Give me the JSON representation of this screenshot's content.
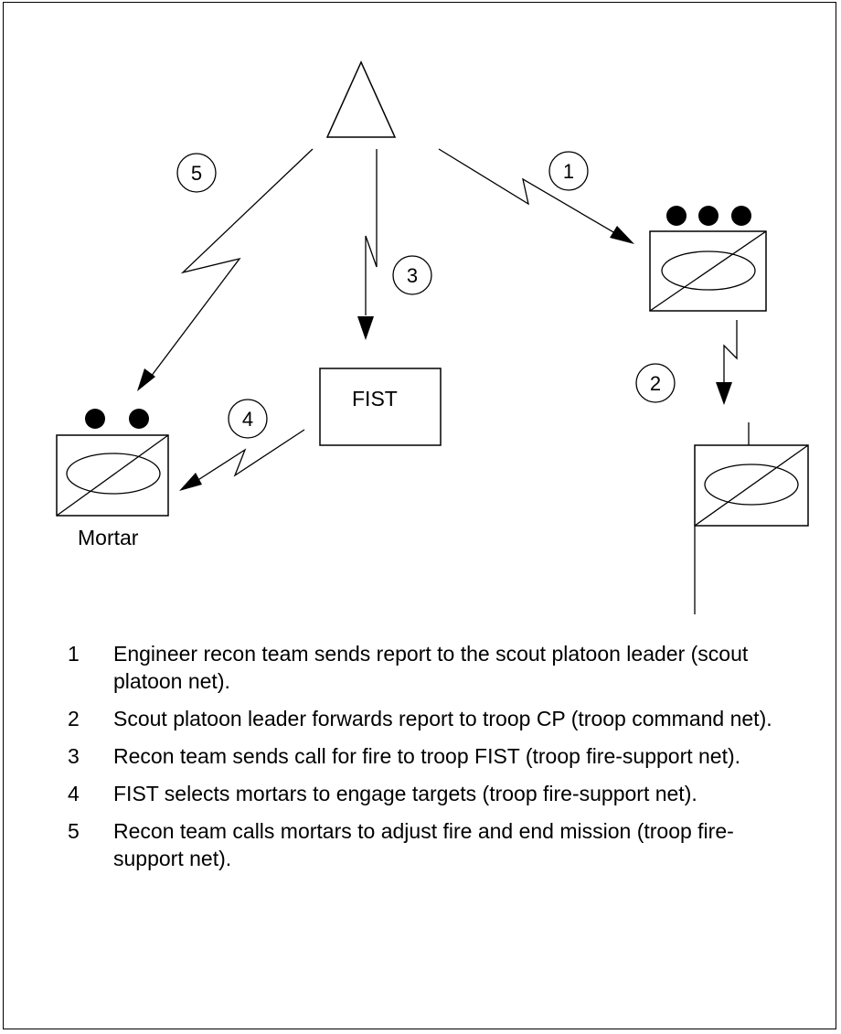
{
  "diagram": {
    "step_labels": [
      "1",
      "2",
      "3",
      "4",
      "5"
    ],
    "fist_label": "FIST",
    "mortar_label": "Mortar"
  },
  "legend": [
    {
      "num": "1",
      "text": "Engineer recon team sends report to the scout platoon leader (scout platoon net)."
    },
    {
      "num": "2",
      "text": "Scout platoon leader forwards report to troop CP (troop command net)."
    },
    {
      "num": "3",
      "text": "Recon team sends call for fire to troop FIST (troop fire-support net)."
    },
    {
      "num": "4",
      "text": "FIST selects mortars to engage targets (troop fire-support net)."
    },
    {
      "num": "5",
      "text": "Recon team calls mortars to adjust fire and end mission (troop fire-support net)."
    }
  ]
}
